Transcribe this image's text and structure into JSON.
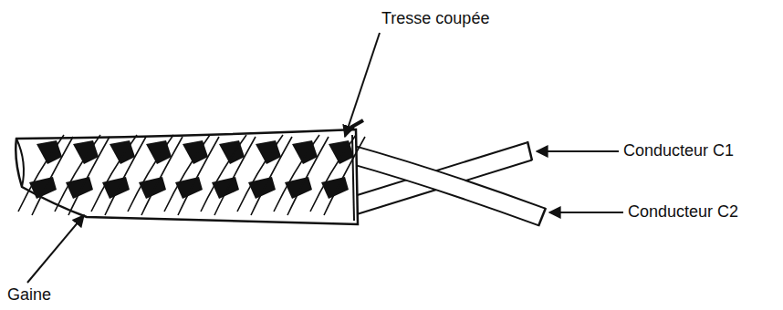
{
  "diagram": {
    "labels": [
      "Tresse coupée",
      "Conducteur C1",
      "Conducteur C2",
      "Gaine"
    ]
  }
}
